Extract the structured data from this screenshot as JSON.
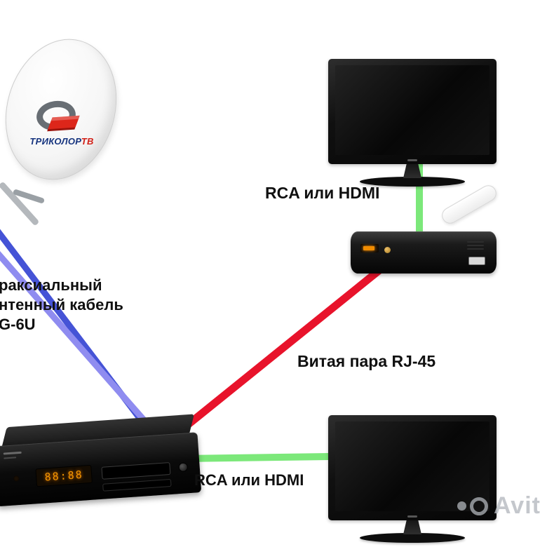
{
  "labels": {
    "rca_hdmi_top": "RCA или HDMI",
    "twisted_pair": "Витая пара RJ-45",
    "rca_hdmi_bottom": "RCA или HDMI",
    "coax": [
      "раксиальный",
      "нтенный кабель",
      "G-6U"
    ]
  },
  "logo": {
    "brand_main": "ТРИКОЛОР",
    "brand_suffix": "ТВ"
  },
  "receiver_bottom": {
    "display_text": "88:88"
  },
  "watermark": {
    "text": "Avit"
  },
  "colors": {
    "cable_green": "#7ce87a",
    "cable_red": "#e8132b",
    "cable_blue": "#4553d6",
    "cable_violet": "#8f8cf0",
    "brand_blue": "#17357f",
    "brand_red": "#d21f16"
  }
}
